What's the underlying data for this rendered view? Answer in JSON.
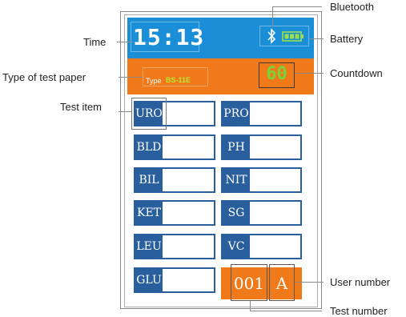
{
  "callouts": {
    "bluetooth": "Bluetooth",
    "time": "Time",
    "battery": "Battery",
    "type_of_test_paper": "Type of test paper",
    "countdown": "Countdown",
    "test_item": "Test item",
    "user_number": "User number",
    "test_number": "Test number"
  },
  "screen": {
    "time": "15:13",
    "paper_type_label": "Type",
    "paper_type_value": "BS-11E",
    "countdown": "60",
    "test_items": [
      "URO",
      "PRO",
      "BLD",
      "PH",
      "BIL",
      "NIT",
      "KET",
      "SG",
      "LEU",
      "VC",
      "GLU"
    ],
    "test_number": "001",
    "user_number": "A"
  },
  "colors": {
    "topbar": "#1a8fd8",
    "orangebar": "#f07a1a",
    "item_blue": "#2a5f9e",
    "countdown_green": "#7ad33a"
  },
  "icons": [
    "bluetooth-icon",
    "battery-icon"
  ]
}
